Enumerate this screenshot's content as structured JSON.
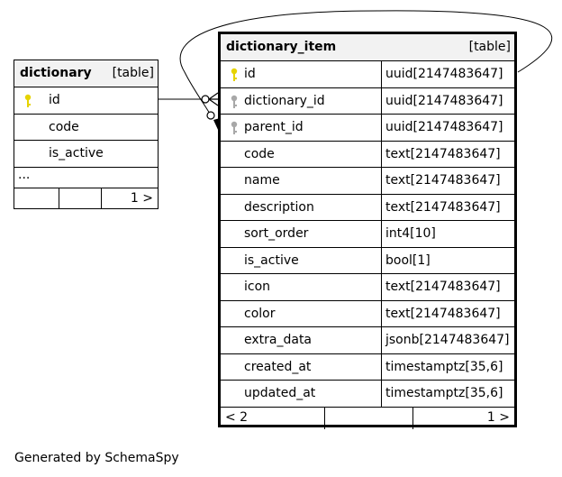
{
  "tables": {
    "dictionary": {
      "name": "dictionary",
      "type": "[table]",
      "columns": [
        {
          "name": "id",
          "key": "primary"
        },
        {
          "name": "code",
          "key": "none"
        },
        {
          "name": "is_active",
          "key": "none"
        }
      ],
      "ellipsis": "...",
      "footer_right": "1 >"
    },
    "dictionary_item": {
      "name": "dictionary_item",
      "type": "[table]",
      "columns": [
        {
          "name": "id",
          "type": "uuid[2147483647]",
          "key": "primary"
        },
        {
          "name": "dictionary_id",
          "type": "uuid[2147483647]",
          "key": "foreign"
        },
        {
          "name": "parent_id",
          "type": "uuid[2147483647]",
          "key": "foreign"
        },
        {
          "name": "code",
          "type": "text[2147483647]",
          "key": "none"
        },
        {
          "name": "name",
          "type": "text[2147483647]",
          "key": "none"
        },
        {
          "name": "description",
          "type": "text[2147483647]",
          "key": "none"
        },
        {
          "name": "sort_order",
          "type": "int4[10]",
          "key": "none"
        },
        {
          "name": "is_active",
          "type": "bool[1]",
          "key": "none"
        },
        {
          "name": "icon",
          "type": "text[2147483647]",
          "key": "none"
        },
        {
          "name": "color",
          "type": "text[2147483647]",
          "key": "none"
        },
        {
          "name": "extra_data",
          "type": "jsonb[2147483647]",
          "key": "none"
        },
        {
          "name": "created_at",
          "type": "timestamptz[35,6]",
          "key": "none"
        },
        {
          "name": "updated_at",
          "type": "timestamptz[35,6]",
          "key": "none"
        }
      ],
      "footer_left": "< 2",
      "footer_right": "1 >"
    }
  },
  "colors": {
    "primary_key": "#e6d300",
    "foreign_key": "#a8a8a8",
    "header_bg": "#f2f2f2"
  },
  "generated_by": "Generated by SchemaSpy"
}
